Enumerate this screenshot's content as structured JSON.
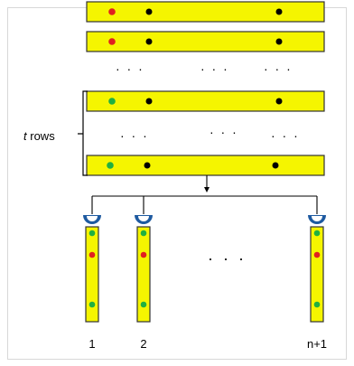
{
  "rows_label": {
    "var": "t",
    "text": "rows"
  },
  "column_labels": [
    "1",
    "2",
    "n+1"
  ],
  "ellipsis": "· · ·",
  "colors": {
    "bar_fill": "#f5f500",
    "bar_stroke": "#333333",
    "red_dot": "#e02020",
    "green_dot": "#20b040",
    "black_dot": "#000000",
    "cup": "#1e5aa0"
  },
  "row_bars": [
    {
      "first_dot": "red"
    },
    {
      "first_dot": "red"
    },
    {
      "first_dot": "green"
    },
    {
      "first_dot": "green"
    }
  ],
  "column_bars": [
    {
      "dots": [
        "green",
        "red",
        "green"
      ]
    },
    {
      "dots": [
        "green",
        "red",
        "green"
      ]
    },
    {
      "dots": [
        "green",
        "red",
        "green"
      ]
    }
  ]
}
